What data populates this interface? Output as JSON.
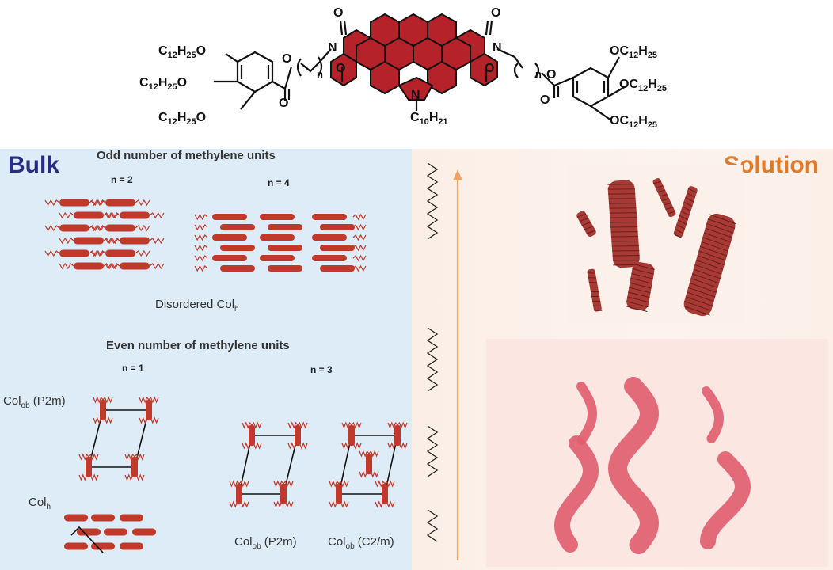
{
  "molecule": {
    "left_chains": [
      "C12H25O",
      "C12H25O",
      "C12H25O"
    ],
    "right_chains": [
      "OC12H25",
      "OC12H25",
      "OC12H25"
    ],
    "n_left": "n",
    "n_right": "n",
    "bottom_chain": "C10H21",
    "atom_O": "O",
    "atom_N": "N",
    "core_color": "#b5222a"
  },
  "bulk": {
    "title": "Bulk",
    "title_color": "#2a2d86",
    "odd_header": "Odd number of methylene units",
    "odd_n2": "n = 2",
    "odd_n4": "n = 4",
    "disordered_label": "Disordered Col",
    "disordered_sub": "h",
    "even_header": "Even number of methylene units",
    "even_n1": "n = 1",
    "even_n3": "n = 3",
    "colob_p2m_left": "Col",
    "colob_p2m_left_sub": "ob",
    "colob_p2m_left_suffix": " (P2m)",
    "colh_label": "Col",
    "colh_sub": "h",
    "colob_p2m_bottom": "Col",
    "colob_p2m_bottom_sub": "ob",
    "colob_p2m_bottom_suffix": " (P2m)",
    "colob_c2m_bottom": "Col",
    "colob_c2m_bottom_sub": "ob",
    "colob_c2m_bottom_suffix": " (C2/m)",
    "stack_color": "#c0392b"
  },
  "solution": {
    "title": "Solution",
    "title_color": "#e07b2a",
    "arrow_color": "#f0a060",
    "fiber_color": "#a83a35",
    "helix_color": "#e06070"
  }
}
